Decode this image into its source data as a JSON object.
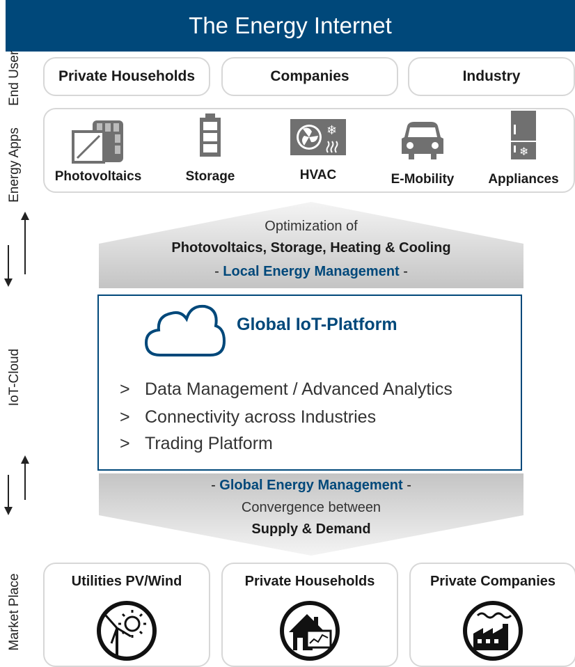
{
  "title": "The Energy Internet",
  "side_labels": {
    "end_user": "End User",
    "energy_apps": "Energy Apps",
    "iot_cloud": "IoT-Cloud",
    "market_place": "Market Place"
  },
  "end_users": [
    "Private Households",
    "Companies",
    "Industry"
  ],
  "energy_apps": [
    {
      "label": "Photovoltaics",
      "icon": "photovoltaics-icon"
    },
    {
      "label": "Storage",
      "icon": "battery-icon"
    },
    {
      "label": "HVAC",
      "icon": "hvac-icon"
    },
    {
      "label": "E-Mobility",
      "icon": "car-icon"
    },
    {
      "label": "Appliances",
      "icon": "fridge-icon"
    }
  ],
  "local": {
    "line1": "Optimization of",
    "line2": "Photovoltaics, Storage, Heating & Cooling",
    "dash_left": "- ",
    "highlight": "Local Energy Management",
    "dash_right": " -"
  },
  "platform": {
    "title": "Global IoT-Platform",
    "bullet_marker": ">",
    "bullets": [
      "Data Management / Advanced Analytics",
      "Connectivity across Industries",
      "Trading Platform"
    ]
  },
  "global": {
    "dash_left": "- ",
    "highlight": "Global Energy Management",
    "dash_right": " -",
    "line2": "Convergence between",
    "line3": "Supply & Demand"
  },
  "market_place": [
    {
      "label": "Utilities PV/Wind",
      "icon": "wind-solar-icon"
    },
    {
      "label": "Private Households",
      "icon": "house-icon"
    },
    {
      "label": "Private Companies",
      "icon": "factory-icon"
    }
  ],
  "colors": {
    "navy": "#00487a",
    "band_gray": "#c8c8c8",
    "border_gray": "#d7d7d7"
  }
}
